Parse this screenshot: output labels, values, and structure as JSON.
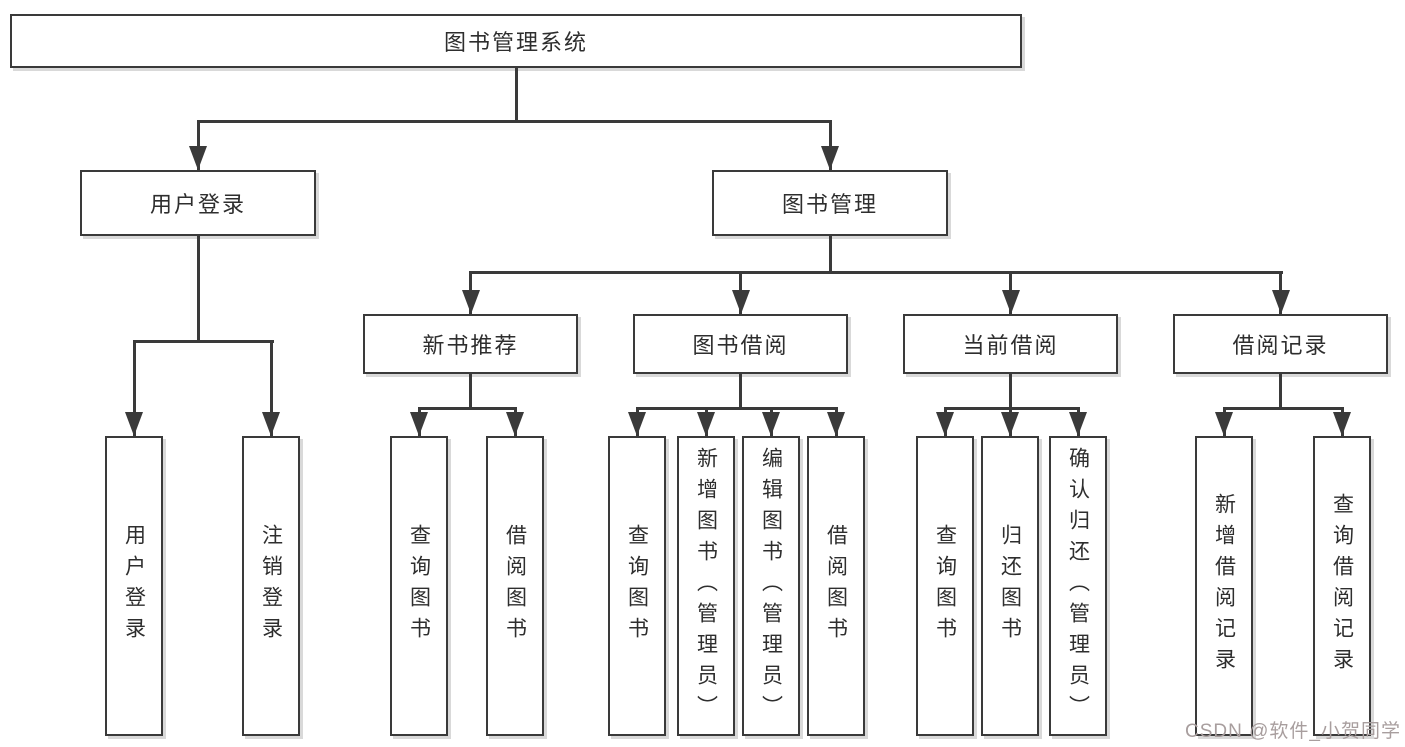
{
  "diagram": {
    "root": "图书管理系统",
    "branches": [
      {
        "label": "用户登录",
        "children": [
          "用户登录",
          "注销登录"
        ]
      },
      {
        "label": "图书管理"
      }
    ],
    "modules": [
      {
        "label": "新书推荐",
        "children": [
          "查询图书",
          "借阅图书"
        ]
      },
      {
        "label": "图书借阅",
        "children": [
          "查询图书",
          "新增图书（管理员）",
          "编辑图书（管理员）",
          "借阅图书"
        ]
      },
      {
        "label": "当前借阅",
        "children": [
          "查询图书",
          "归还图书",
          "确认归还（管理员）"
        ]
      },
      {
        "label": "借阅记录",
        "children": [
          "新增借阅记录",
          "查询借阅记录"
        ]
      }
    ]
  },
  "watermark": "CSDN @软件_小贺同学",
  "colors": {
    "line": "#3a3a3a",
    "box_border": "#3a3a3a",
    "text": "#2e2e2e",
    "watermark": "#a89e9e",
    "background": "#ffffff"
  }
}
